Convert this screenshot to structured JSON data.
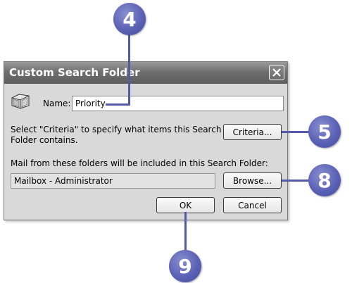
{
  "callouts": {
    "c4": "4",
    "c5": "5",
    "c8": "8",
    "c9": "9"
  },
  "dialog": {
    "title": "Custom Search Folder",
    "name_label": "Name:",
    "name_value": "Priority",
    "criteria_text_line1": "Select \"Criteria\" to specify what items this Search",
    "criteria_text_line2": "Folder contains.",
    "criteria_button": "Criteria...",
    "folders_text": "Mail from these folders will be included in this Search Folder:",
    "folders_value": "Mailbox - Administrator",
    "browse_button": "Browse...",
    "ok_button": "OK",
    "cancel_button": "Cancel"
  },
  "icons": {
    "close": "close-icon",
    "folder": "search-folder-icon"
  }
}
